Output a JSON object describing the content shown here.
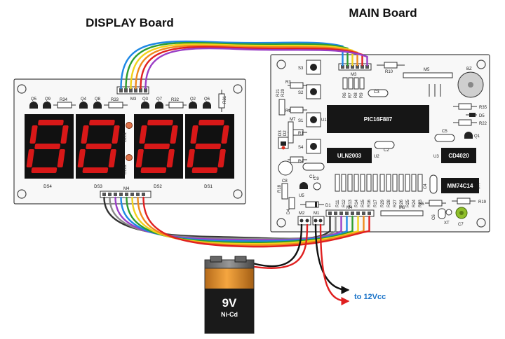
{
  "titles": {
    "display_board": "DISPLAY Board",
    "main_board": "MAIN Board"
  },
  "display": {
    "connector_top": "M3",
    "connector_bottom": "M4",
    "digits": [
      "DS4",
      "DS3",
      "DS2",
      "DS1"
    ],
    "dot_leds": [
      "DL61",
      "DL62"
    ],
    "transistors": [
      "Q5",
      "Q9",
      "Q4",
      "Q8",
      "Q3",
      "Q7",
      "Q2",
      "Q6"
    ],
    "resistors": [
      "R34",
      "R33",
      "R32",
      "R31"
    ],
    "digit_color": "#d81818"
  },
  "main": {
    "connectors": [
      "M3",
      "M5",
      "M7",
      "M2",
      "M1",
      "M4",
      "M6"
    ],
    "switches": [
      "S3",
      "S2",
      "S1",
      "S4"
    ],
    "chips": [
      {
        "label": "PIC16F887",
        "ref": "U1"
      },
      {
        "label": "ULN2003",
        "ref": "U2"
      },
      {
        "label": "CD4020",
        "ref": "U3"
      },
      {
        "label": "MM74C14",
        "ref": "U4"
      }
    ],
    "parts": {
      "bz": "BZ",
      "r10": "R10",
      "r3": "R3",
      "r2": "R2",
      "r1": "R1",
      "r4": "R4",
      "r5": "R5",
      "r19": "R19",
      "r20": "R20",
      "r21": "R21",
      "r22": "R22",
      "r35": "R35",
      "r18": "R18",
      "c1": "C1",
      "c2": "C2",
      "c3": "C3",
      "c4": "C4",
      "c5": "C5",
      "c6": "C6",
      "c7": "C7",
      "c8": "C8",
      "c9": "C9",
      "d1": "D1",
      "d2": "D2",
      "d3": "D3",
      "d4": "D4",
      "d5": "D5",
      "q1": "Q1",
      "u5": "U5",
      "xt": "XT"
    },
    "resistor_array_a": [
      "R11",
      "R12",
      "R13",
      "R14",
      "R15",
      "R16",
      "R17"
    ],
    "resistor_array_b": [
      "R29",
      "R28",
      "R27",
      "R26",
      "R25",
      "R24",
      "R23"
    ],
    "resistor_array_c": [
      "R6",
      "R7",
      "R8",
      "R9"
    ]
  },
  "battery": {
    "voltage": "9V",
    "type": "Ni-Cd"
  },
  "supply_label": "to 12Vcc",
  "colors": {
    "wire_blue": "#1e88e5",
    "wire_green": "#2e9d2e",
    "wire_yellow": "#f2d21b",
    "wire_orange": "#f08a1c",
    "wire_red": "#e02020",
    "wire_purple": "#9b3fc6",
    "wire_black": "#333333",
    "wire_gray": "#888888",
    "label_blue": "#1a73c8",
    "battery_orange": "#e08a2a"
  }
}
